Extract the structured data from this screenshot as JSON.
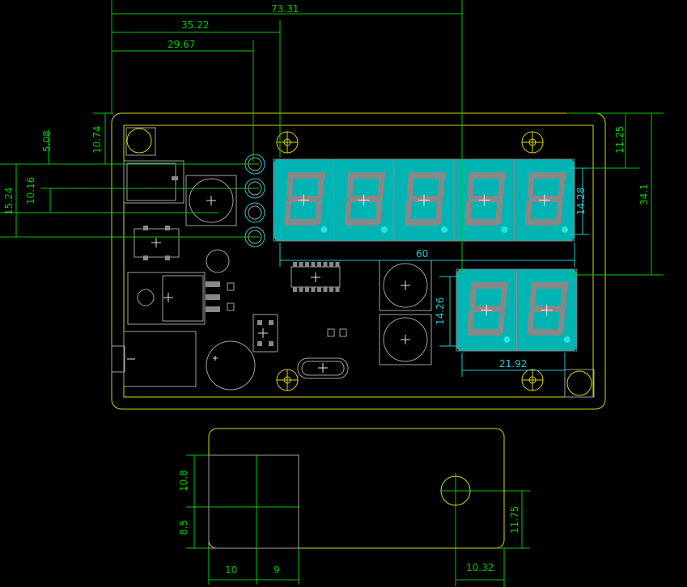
{
  "dimensions": {
    "overall_width": "73.31",
    "to_display_left": "35.22",
    "to_leds": "29.67",
    "top_to_led1": "10.74",
    "led_pitch": "5.08",
    "led_span_2": "10.16",
    "led_span_3": "15.24",
    "right_top": "11.25",
    "right_height": "34.1",
    "display_height_top": "14.28",
    "display_width_top": "60",
    "display_height_bottom": "14.26",
    "display_width_bottom": "21.92",
    "side_upper": "10.8",
    "side_lower": "8.5",
    "hole_height": "11.75",
    "side_width_a": "10",
    "side_width_b": "9",
    "hole_offset": "10.32"
  },
  "colors": {
    "dimension": "#00c800",
    "display": "#00b4b4",
    "display_dim": "#20c8d0",
    "outline": "#d8d800",
    "component": "#a0a0a0"
  }
}
